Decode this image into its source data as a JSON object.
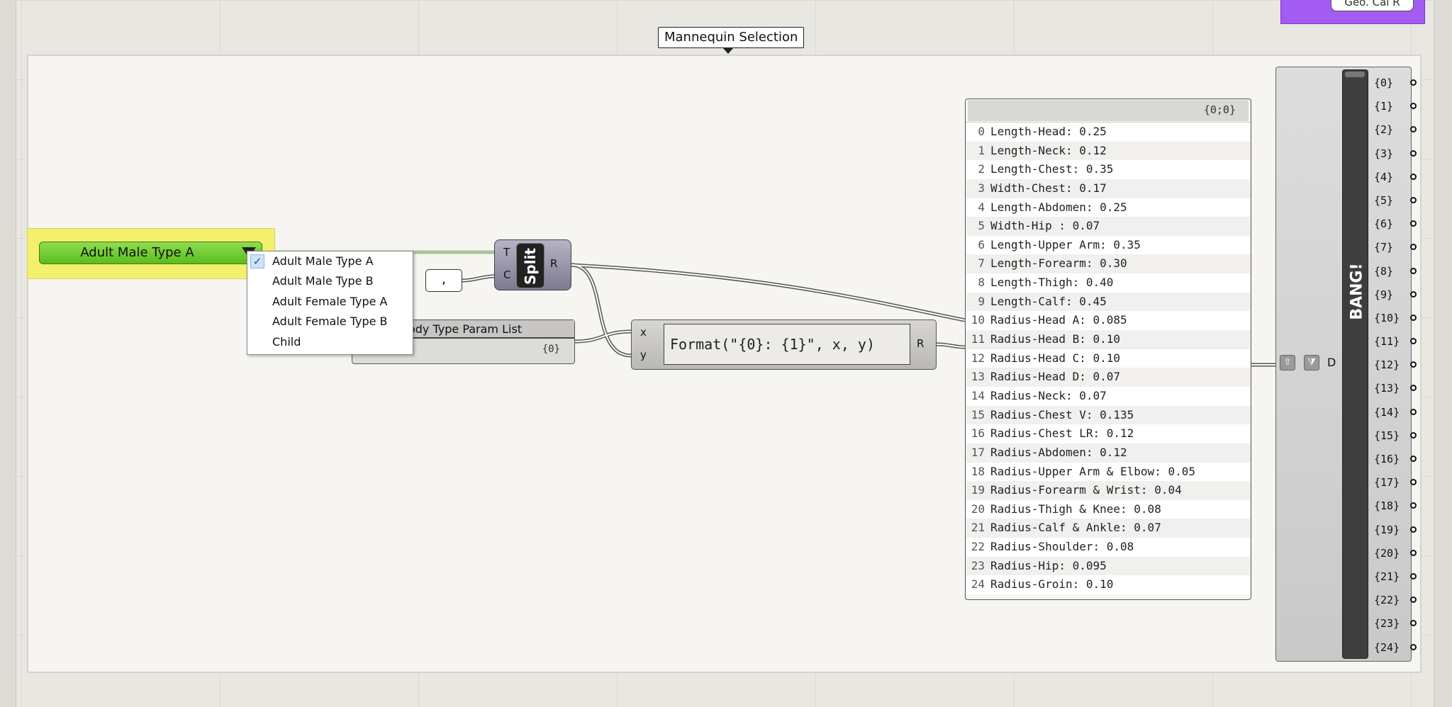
{
  "group": {
    "label": "Mannequin Selection"
  },
  "top_right_node": {
    "label": "Geo. Cal R"
  },
  "value_list": {
    "selected": "Adult Male Type A",
    "options": [
      {
        "label": "Adult Male Type A",
        "checked": true
      },
      {
        "label": "Adult Male Type B",
        "checked": false
      },
      {
        "label": "Adult Female Type A",
        "checked": false
      },
      {
        "label": "Adult Female Type B",
        "checked": false
      },
      {
        "label": "Child",
        "checked": false
      }
    ]
  },
  "separator_panel": {
    "value": ","
  },
  "split": {
    "label": "Split",
    "input_t": "T",
    "input_c": "C",
    "output": "R"
  },
  "param_list": {
    "title": "Body Type Param List",
    "path": "{0}"
  },
  "format": {
    "expression": "Format(\"{0}: {1}\", x, y)",
    "input_x": "x",
    "input_y": "y",
    "output": "R"
  },
  "data_panel": {
    "path": "{0;0}",
    "rows": [
      {
        "i": "0",
        "text": "Length-Head: 0.25"
      },
      {
        "i": "1",
        "text": "Length-Neck: 0.12"
      },
      {
        "i": "2",
        "text": "Length-Chest: 0.35"
      },
      {
        "i": "3",
        "text": "Width-Chest: 0.17"
      },
      {
        "i": "4",
        "text": "Length-Abdomen: 0.25"
      },
      {
        "i": "5",
        "text": "Width-Hip : 0.07"
      },
      {
        "i": "6",
        "text": "Length-Upper Arm: 0.35"
      },
      {
        "i": "7",
        "text": "Length-Forearm: 0.30"
      },
      {
        "i": "8",
        "text": "Length-Thigh: 0.40"
      },
      {
        "i": "9",
        "text": "Length-Calf: 0.45"
      },
      {
        "i": "10",
        "text": "Radius-Head A: 0.085"
      },
      {
        "i": "11",
        "text": "Radius-Head B: 0.10"
      },
      {
        "i": "12",
        "text": "Radius-Head C: 0.10"
      },
      {
        "i": "13",
        "text": "Radius-Head D: 0.07"
      },
      {
        "i": "14",
        "text": "Radius-Neck: 0.07"
      },
      {
        "i": "15",
        "text": "Radius-Chest V: 0.135"
      },
      {
        "i": "16",
        "text": "Radius-Chest LR: 0.12"
      },
      {
        "i": "17",
        "text": "Radius-Abdomen: 0.12"
      },
      {
        "i": "18",
        "text": "Radius-Upper Arm & Elbow: 0.05"
      },
      {
        "i": "19",
        "text": "Radius-Forearm & Wrist: 0.04"
      },
      {
        "i": "20",
        "text": "Radius-Thigh & Knee: 0.08"
      },
      {
        "i": "21",
        "text": "Radius-Calf & Ankle: 0.07"
      },
      {
        "i": "22",
        "text": "Radius-Shoulder: 0.08"
      },
      {
        "i": "23",
        "text": "Radius-Hip: 0.095"
      },
      {
        "i": "24",
        "text": "Radius-Groin: 0.10"
      }
    ]
  },
  "data_dam": {
    "button": "BANG!",
    "input": "D",
    "outputs": [
      "{0}",
      "{1}",
      "{2}",
      "{3}",
      "{4}",
      "{5}",
      "{6}",
      "{7}",
      "{8}",
      "{9}",
      "{10}",
      "{11}",
      "{12}",
      "{13}",
      "{14}",
      "{15}",
      "{16}",
      "{17}",
      "{18}",
      "{19}",
      "{20}",
      "{21}",
      "{22}",
      "{23}",
      "{24}"
    ]
  },
  "colors": {
    "value_list_bg": "#f2f06c",
    "value_list_pill": "#6cc82e",
    "purple_node": "#a35cf2"
  }
}
